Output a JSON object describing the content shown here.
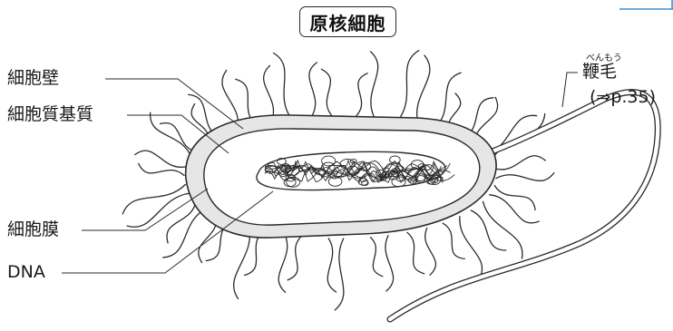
{
  "title": "原核細胞",
  "labels": {
    "cell_wall": "細胞壁",
    "cytoplasm": "細胞質基質",
    "cell_membrane": "細胞膜",
    "dna": "DNA",
    "flagellum": "鞭毛",
    "flagellum_reading": "べんもう",
    "flagellum_ref": "(⇒p.35)"
  },
  "colors": {
    "line": "#2b2b2b",
    "wall_fill": "#e6e6e6",
    "inner_fill": "#ffffff",
    "accent_border": "#3b8fd4"
  }
}
